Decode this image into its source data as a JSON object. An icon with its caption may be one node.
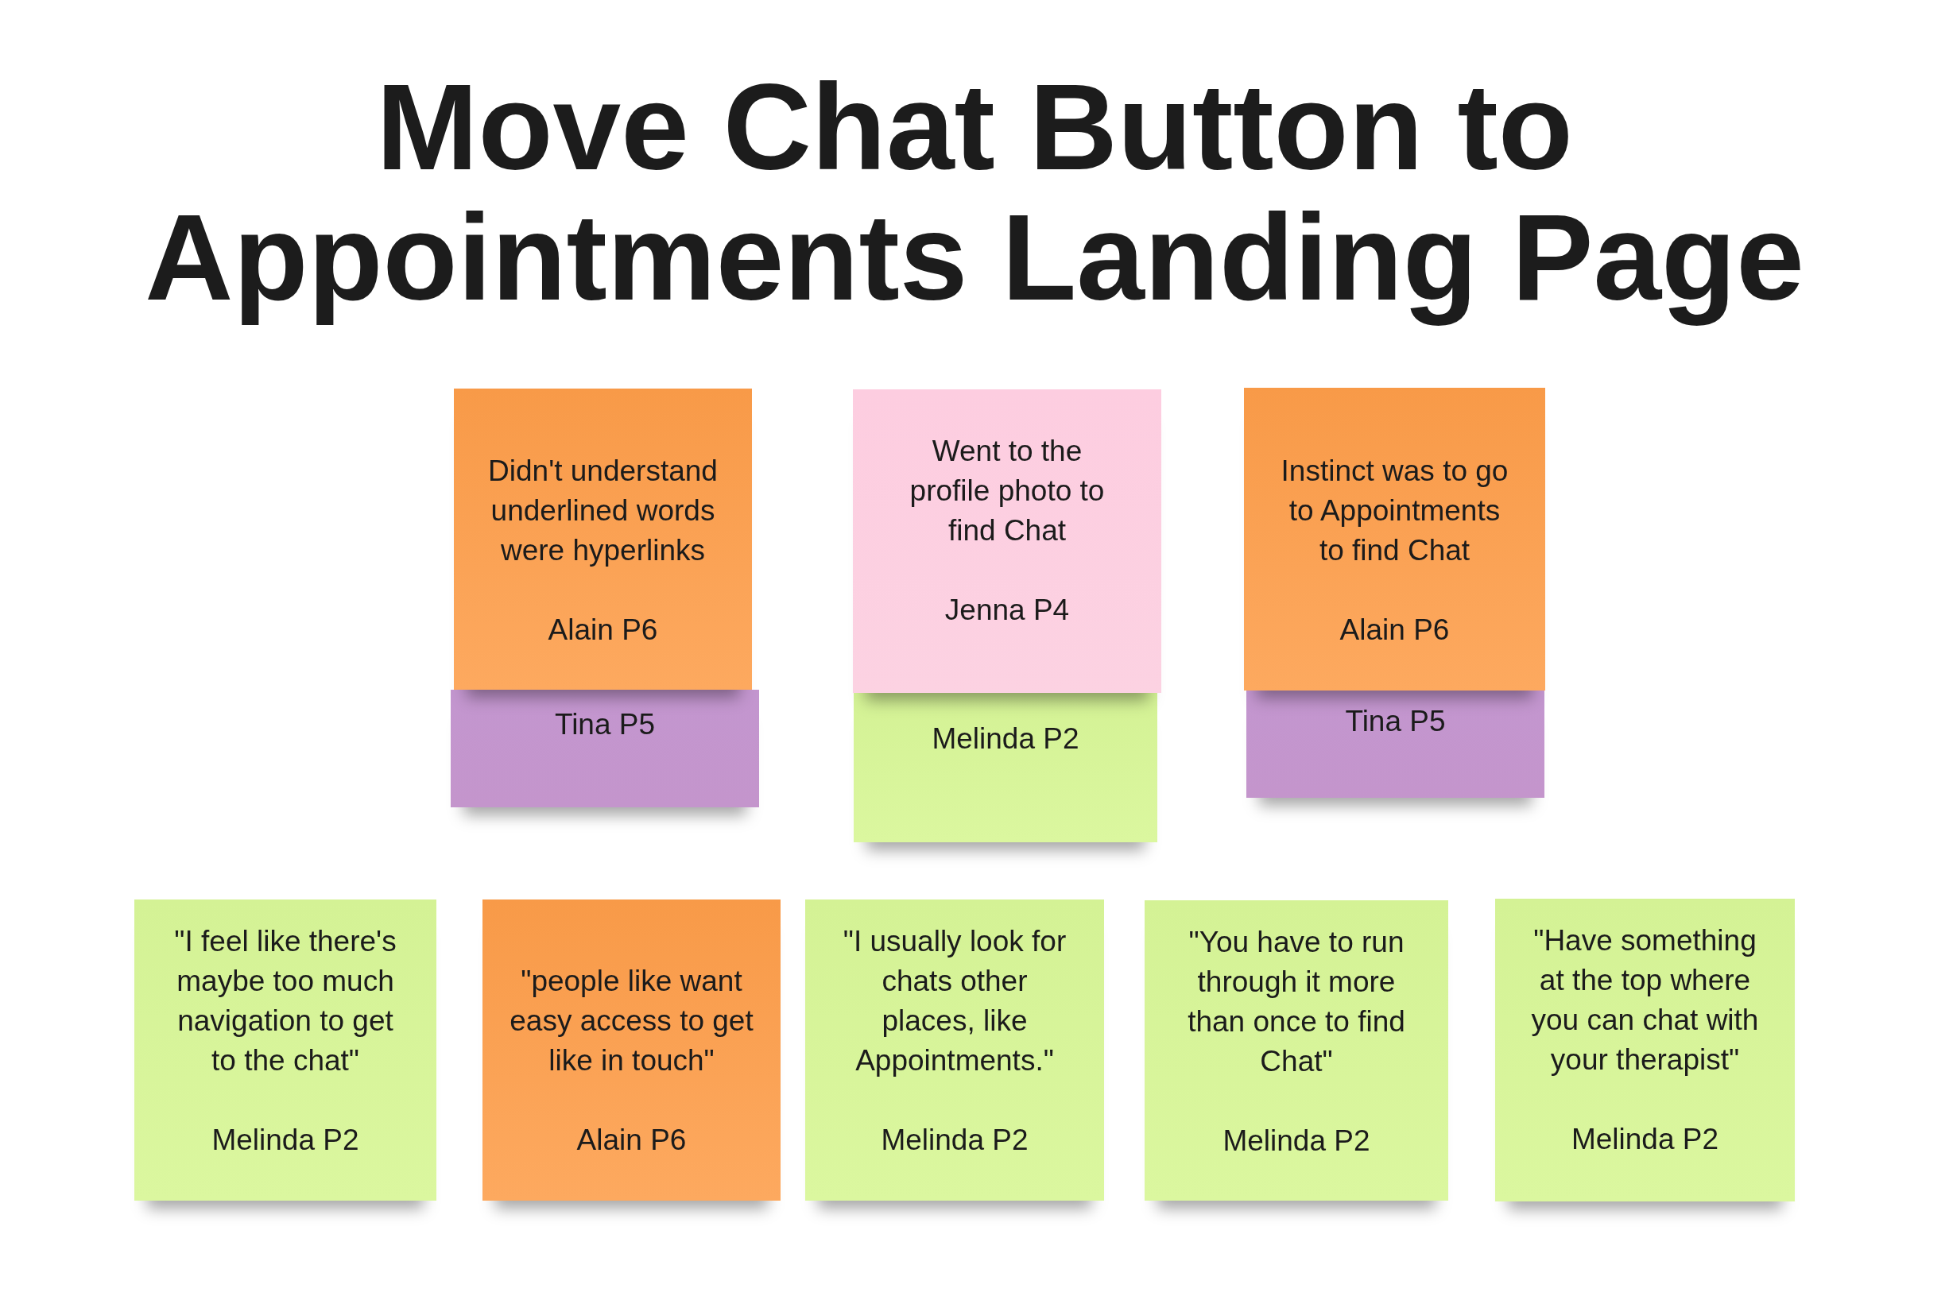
{
  "diagram": {
    "title": "Move Chat Button to Appointments Landing Page",
    "nodes": [
      {
        "text": [
          "Didn't understand underlined words were hyperlinks",
          "Alain P6"
        ]
      },
      {
        "text": [
          "Tina P5"
        ]
      },
      {
        "text": [
          "Went to the profile photo to find Chat",
          "Jenna P4"
        ]
      },
      {
        "text": [
          "Melinda P2"
        ]
      },
      {
        "text": [
          "Instinct was to go to Appointments to find Chat",
          "Alain P6"
        ]
      },
      {
        "text": [
          "Tina P5"
        ]
      },
      {
        "text": [
          "\"I feel like there's maybe too much navigation to get to the chat\"",
          "Melinda P2"
        ]
      },
      {
        "text": [
          "\"people like want easy access to get like in touch\"",
          "Alain P6"
        ]
      },
      {
        "text": [
          "\"I usually look for chats other places, like Appointments.\"",
          "Melinda P2"
        ]
      },
      {
        "text": [
          "\"You have to run through it more than once to find Chat\"",
          "Melinda P2"
        ]
      },
      {
        "text": [
          "\"Have something at the top where you can chat with your therapist\"",
          "Melinda P2"
        ]
      }
    ]
  }
}
